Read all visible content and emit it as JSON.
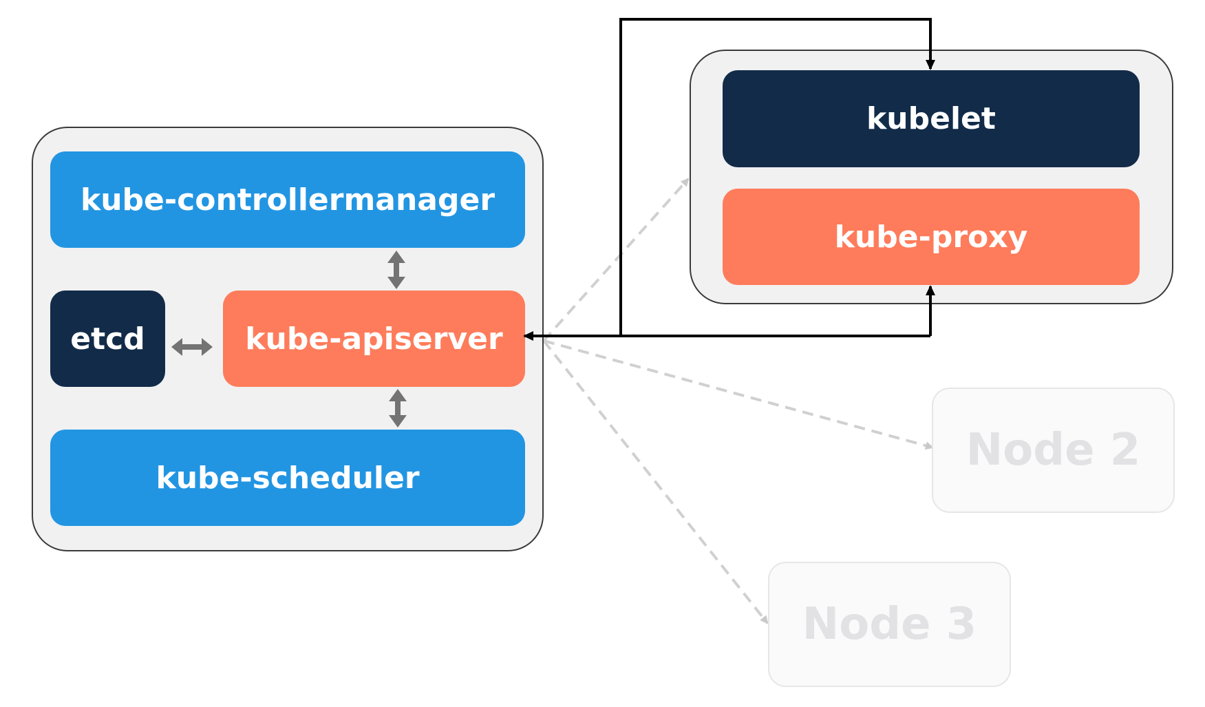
{
  "control_plane": {
    "controller_manager": "kube-controllermanager",
    "etcd": "etcd",
    "apiserver": "kube-apiserver",
    "scheduler": "kube-scheduler"
  },
  "worker_node": {
    "kubelet": "kubelet",
    "proxy": "kube-proxy"
  },
  "other_nodes": {
    "node2": "Node 2",
    "node3": "Node 3"
  },
  "colors": {
    "blue": "#2295e2",
    "navy": "#122b49",
    "orange": "#fe7c5b",
    "panel": "#f1f1f2"
  }
}
